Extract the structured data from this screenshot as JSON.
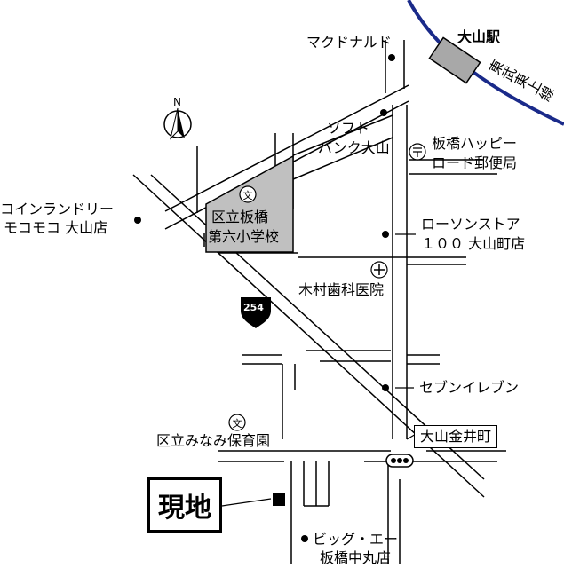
{
  "map": {
    "station": "大山駅",
    "railway": "東武東上線",
    "north": "N",
    "route_number": "254",
    "current_location": "現地",
    "intersection": "大山金井町",
    "landmarks": {
      "mcdonalds": "マクドナルド",
      "softbank": [
        "ソフト",
        "バンク大山"
      ],
      "post_office": [
        "板橋ハッピー",
        "ロード郵便局"
      ],
      "laundry": [
        "コインランドリー",
        "モコモコ 大山店"
      ],
      "school": [
        "区立板橋",
        "第六小学校"
      ],
      "lawson": [
        "ローソンストア",
        "１００ 大山町店"
      ],
      "dental": "木村歯科医院",
      "seven_eleven": "セブンイレブン",
      "nursery": "区立みなみ保育園",
      "big_a": [
        "ビッグ・エー",
        "板橋中丸店"
      ]
    }
  }
}
